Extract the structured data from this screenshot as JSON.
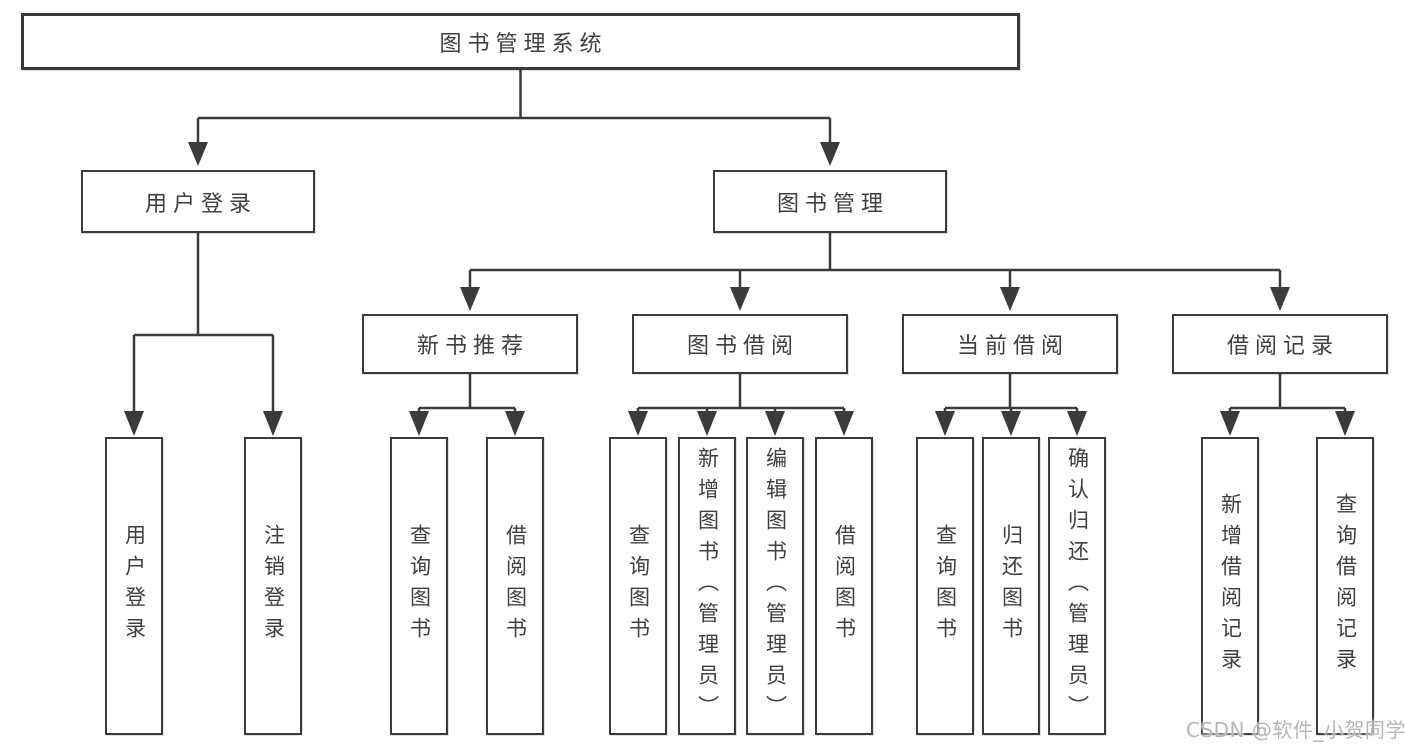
{
  "tree": {
    "label": "图书管理系统",
    "children": [
      {
        "label": "用户登录",
        "children": [
          {
            "label": "用户登录"
          },
          {
            "label": "注销登录"
          }
        ]
      },
      {
        "label": "图书管理",
        "children": [
          {
            "label": "新书推荐",
            "children": [
              {
                "label": "查询图书"
              },
              {
                "label": "借阅图书"
              }
            ]
          },
          {
            "label": "图书借阅",
            "children": [
              {
                "label": "查询图书"
              },
              {
                "label": "新增图书（管理员）"
              },
              {
                "label": "编辑图书（管理员）"
              },
              {
                "label": "借阅图书"
              }
            ]
          },
          {
            "label": "当前借阅",
            "children": [
              {
                "label": "查询图书"
              },
              {
                "label": "归还图书"
              },
              {
                "label": "确认归还（管理员）"
              }
            ]
          },
          {
            "label": "借阅记录",
            "children": [
              {
                "label": "新增借阅记录"
              },
              {
                "label": "查询借阅记录"
              }
            ]
          }
        ]
      }
    ]
  },
  "watermark": {
    "text": "CSDN @软件_小贺同学"
  },
  "colors": {
    "line": "#3b3b3b",
    "text": "#3f3f3f",
    "watermark": "#b5b5b5",
    "background": "#ffffff"
  }
}
